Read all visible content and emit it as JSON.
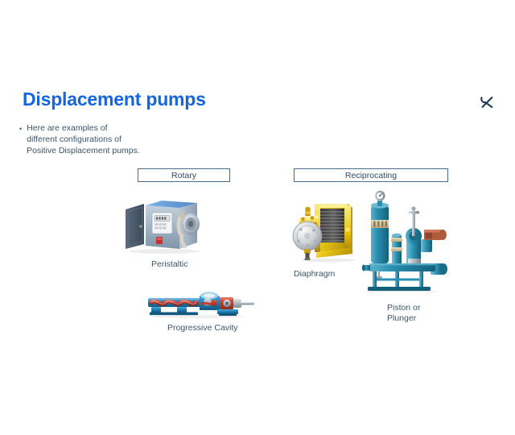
{
  "slide": {
    "title": "Displacement pumps",
    "background_color": "#ffffff",
    "title_color": "#1565E0",
    "body_text_color": "#3C5569"
  },
  "logo": {
    "name": "x-logo-mark",
    "color": "#1F3B57"
  },
  "bullets": [
    {
      "marker": "•",
      "text": "Here are examples of different configurations of Positive Displacement pumps."
    }
  ],
  "categories": [
    {
      "id": "rotary",
      "label": "Rotary",
      "border_color": "#4A6B8A"
    },
    {
      "id": "reciprocating",
      "label": "Reciprocating",
      "border_color": "#4A6B8A"
    }
  ],
  "pumps": [
    {
      "id": "peristaltic",
      "caption": "Peristaltic",
      "category": "Rotary",
      "image_name": "peristaltic-pump-photo",
      "colors": {
        "cabinet": "#8EA7BE",
        "door": "#44566A",
        "top": "#5B8FD4",
        "head": "#D8D2C4"
      }
    },
    {
      "id": "progressive-cavity",
      "caption": "Progressive Cavity",
      "category": "Rotary",
      "image_name": "progressive-cavity-pump-cutaway",
      "colors": {
        "housing": "#1E7FB5",
        "rotor": "#C0392B",
        "shaft": "#9AA4AC"
      }
    },
    {
      "id": "diaphragm",
      "caption": "Diaphragm",
      "category": "Reciprocating",
      "image_name": "diaphragm-metering-pump-photo",
      "colors": {
        "body": "#E8C712",
        "fins": "#4B4B4B",
        "head": "#C9CCCE"
      }
    },
    {
      "id": "piston-or-plunger",
      "caption": "Piston or Plunger",
      "category": "Reciprocating",
      "image_name": "piston-plunger-pump-photo",
      "colors": {
        "body": "#2A7FA0",
        "accent": "#C8B48A",
        "motor": "#B05A3C"
      }
    }
  ]
}
